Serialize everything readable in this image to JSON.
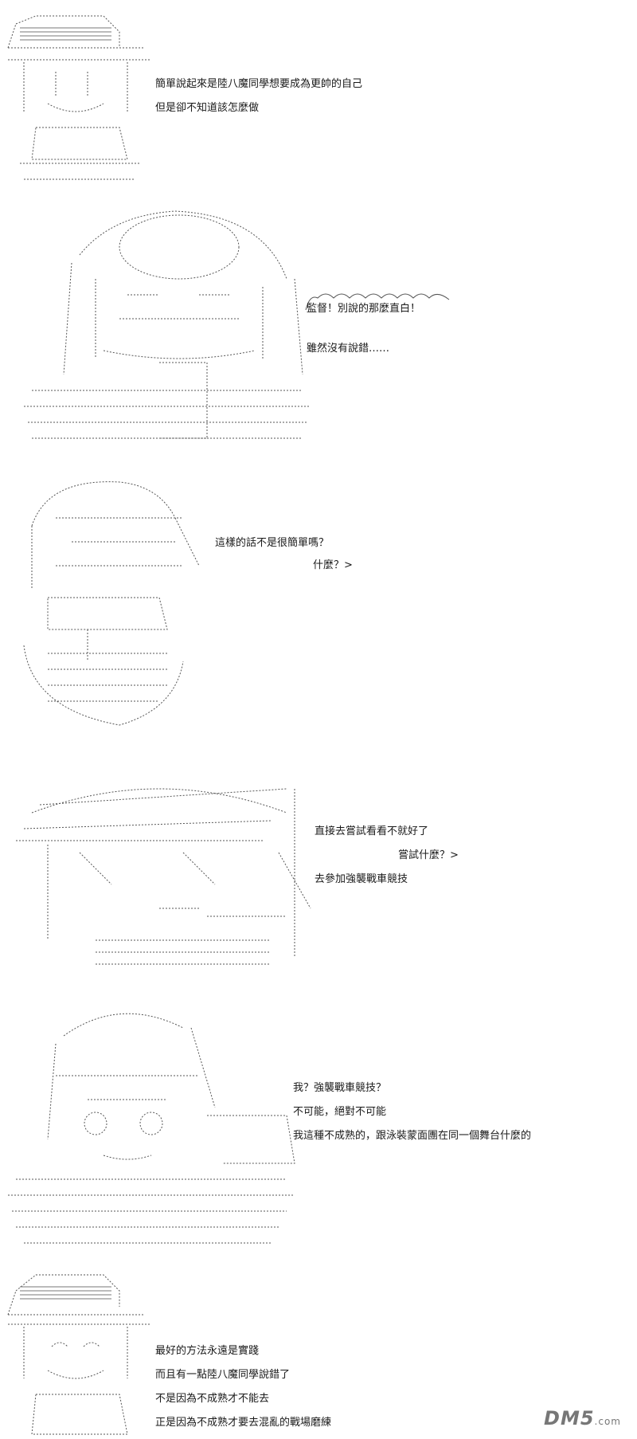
{
  "panels": [
    {
      "lines": [
        "簡單說起來是陸八魔同學想要成為更帥的自己",
        "但是卻不知道該怎麼做"
      ]
    },
    {
      "bubble": "監督！別說的那麼直白！",
      "lines": [
        "雖然沒有說錯……"
      ]
    },
    {
      "lines": [
        "這樣的話不是很簡單嗎？",
        "什麼？>"
      ]
    },
    {
      "lines": [
        "直接去嘗試看看不就好了",
        "嘗試什麼？>",
        "去參加強襲戰車競技"
      ]
    },
    {
      "lines": [
        "我？強襲戰車競技？",
        "不可能，絕對不可能",
        "我這種不成熟的，跟泳裝蒙面團在同一個舞台什麼的"
      ]
    },
    {
      "lines": [
        "最好的方法永遠是實踐",
        "而且有一點陸八魔同學說錯了",
        "不是因為不成熟才不能去",
        "正是因為不成熟才要去混亂的戰場磨練"
      ]
    }
  ],
  "watermark": {
    "text": "DM5",
    "suffix": ".com"
  }
}
